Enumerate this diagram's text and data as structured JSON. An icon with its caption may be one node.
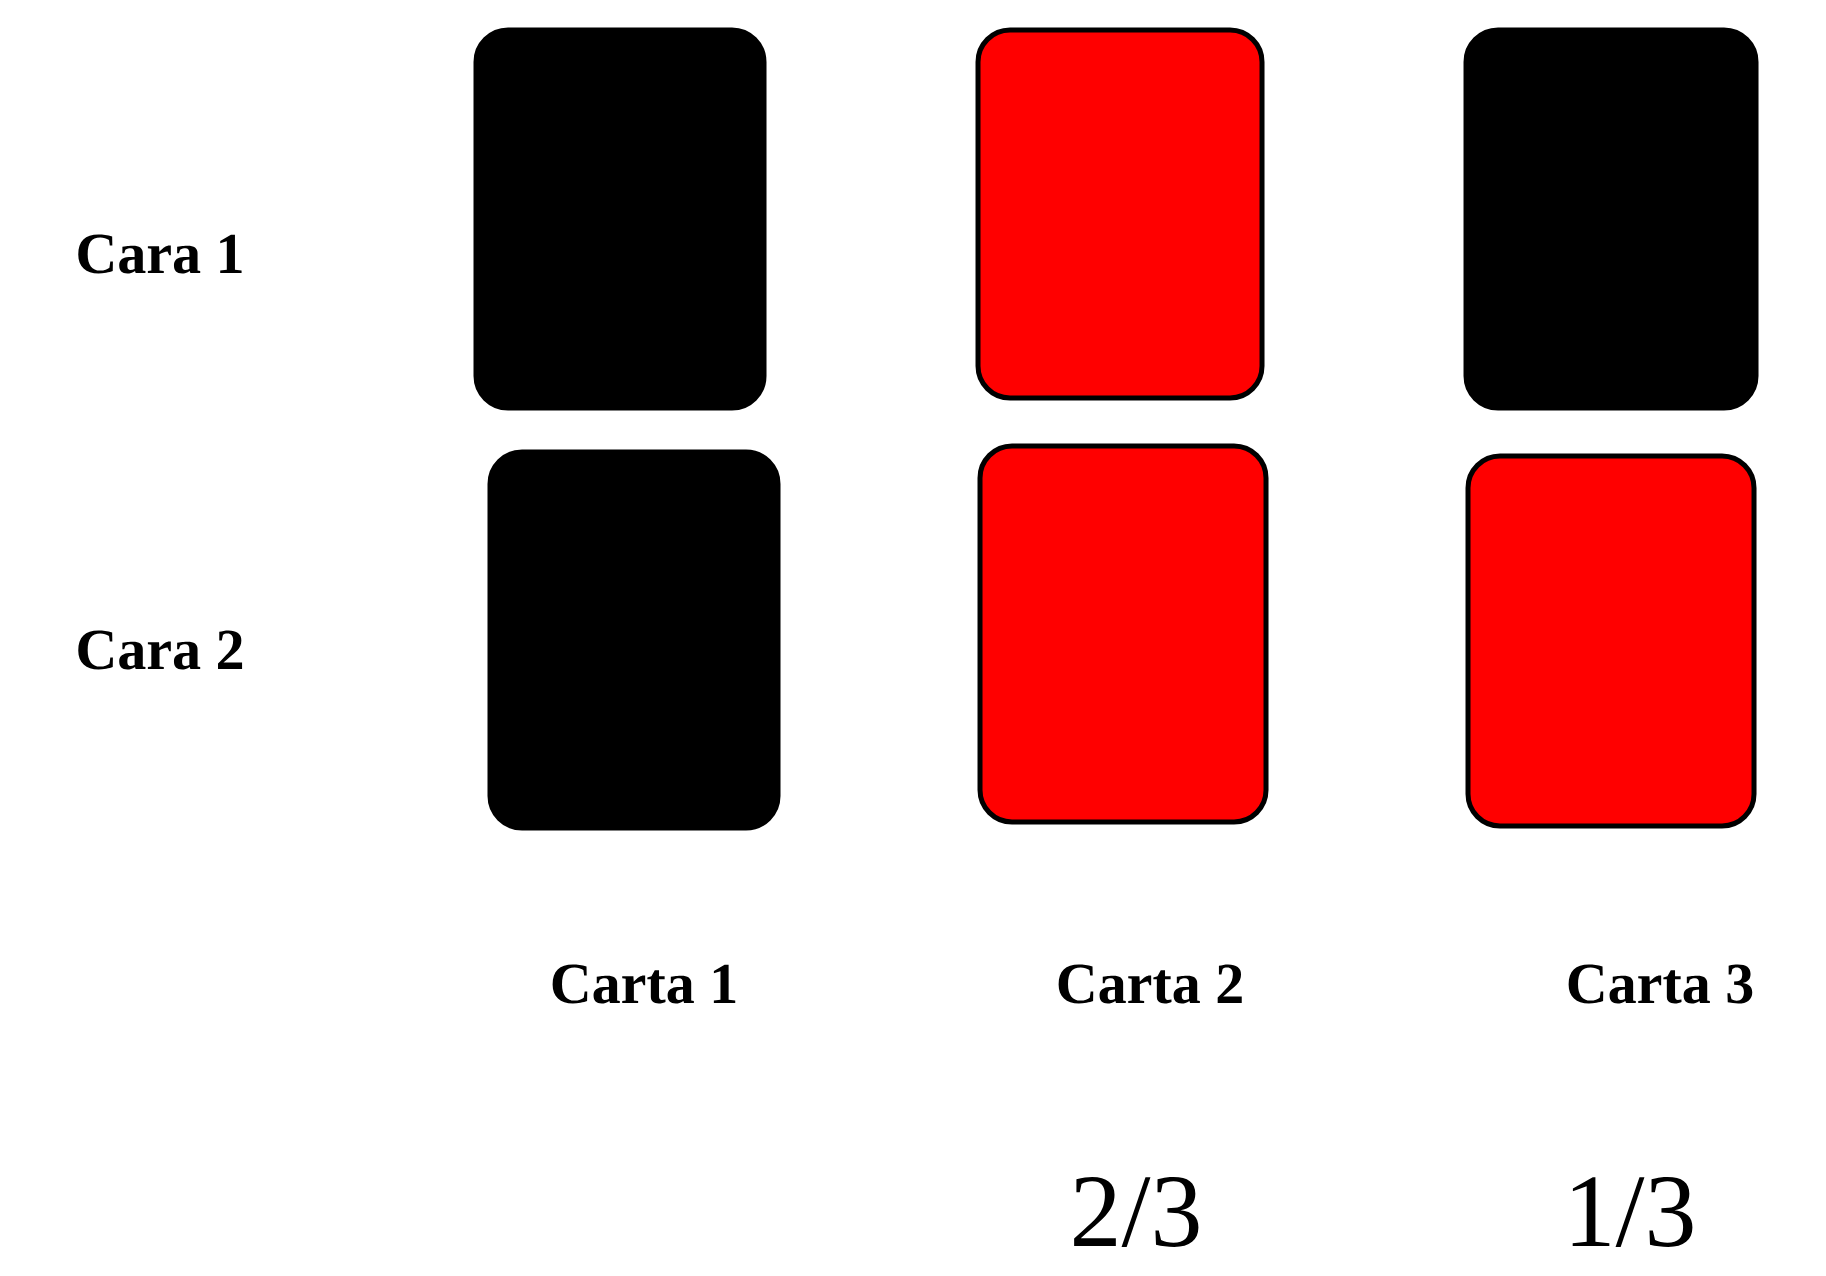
{
  "diagram": {
    "nodes": [
      {
        "text": [],
        "shape": "box"
      },
      {
        "text": [],
        "shape": "box"
      },
      {
        "text": [],
        "shape": "box"
      },
      {
        "text": [],
        "shape": "box"
      },
      {
        "text": [],
        "shape": "box"
      },
      {
        "text": [],
        "shape": "box"
      }
    ],
    "labels": [
      "Cara 1",
      "Cara 2",
      "Carta 1",
      "Carta 2",
      "Carta 3",
      "2/3",
      "1/3"
    ]
  }
}
